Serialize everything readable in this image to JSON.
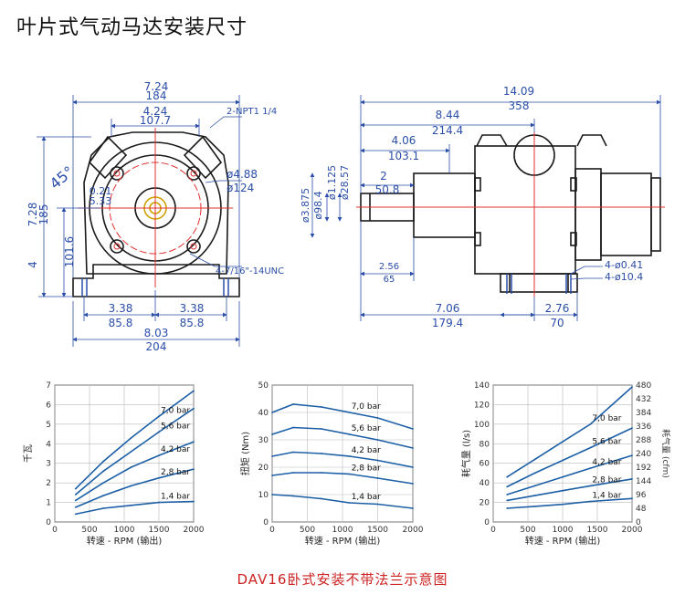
{
  "page_title": "叶片式气动马达安装尺寸",
  "bottom_caption": "DAV16卧式安装不带法兰示意图",
  "front_view": {
    "dim_width_in": "7.24",
    "dim_width_mm": "184",
    "dim_inner_in": "4.24",
    "dim_inner_mm": "107.7",
    "port_label": "2-NPT1 1/4",
    "angle_label": "45°",
    "hole_in": "ø4.88",
    "hole_mm": "ø124",
    "small_in": "0.21",
    "small_mm": "5.33",
    "thread_label": "4-7/16\"-14UNC",
    "height_in": "7.28",
    "height_mm": "185",
    "center_in": "4",
    "center_mm": "101.6",
    "half_left_in": "3.38",
    "half_left_mm": "85.8",
    "half_right_in": "3.38",
    "half_right_mm": "85.8",
    "base_in": "8.03",
    "base_mm": "204"
  },
  "side_view": {
    "total_in": "14.09",
    "total_mm": "358",
    "mid_in": "8.44",
    "mid_mm": "214.4",
    "shaft_in": "4.06",
    "shaft_mm": "103.1",
    "key_in": "2",
    "key_mm": "50.8",
    "d1_label": "ø3.875",
    "d1_mm": "ø98.4",
    "d2_label": "ø1.125",
    "d2_mm": "ø28.57",
    "foot_in": "2.56",
    "foot_mm": "65",
    "hole4_in": "4-ø0.41",
    "hole4_mm": "4-ø10.4",
    "len_in": "7.06",
    "len_mm": "179.4",
    "end_in": "2.76",
    "end_mm": "70"
  },
  "colors": {
    "line": "#1a1a1a",
    "dim": "#2b4ea8",
    "red": "#e03030",
    "curve": "#1c5fa6",
    "caption": "#cc2222"
  },
  "chart_data": [
    {
      "type": "line",
      "title": "",
      "ylabel": "千瓦",
      "xlabel": "转速 - RPM (输出)",
      "x_ticks": [
        0,
        500,
        1000,
        1500,
        2000
      ],
      "y_ticks": [
        0,
        1,
        2,
        3,
        4,
        5,
        6,
        7
      ],
      "xlim": [
        0,
        2000
      ],
      "ylim": [
        0,
        7
      ],
      "grid": true,
      "series": [
        {
          "name": "7,0 bar",
          "x": [
            300,
            700,
            1100,
            1500,
            2000
          ],
          "y": [
            1.7,
            3.1,
            4.3,
            5.4,
            6.7
          ]
        },
        {
          "name": "5,6 bar",
          "x": [
            300,
            700,
            1100,
            1500,
            2000
          ],
          "y": [
            1.4,
            2.6,
            3.6,
            4.6,
            5.8
          ]
        },
        {
          "name": "4,2 bar",
          "x": [
            300,
            700,
            1100,
            1500,
            2000
          ],
          "y": [
            1.1,
            2.0,
            2.8,
            3.4,
            4.1
          ]
        },
        {
          "name": "2,8 bar",
          "x": [
            300,
            700,
            1100,
            1500,
            2000
          ],
          "y": [
            0.75,
            1.35,
            1.85,
            2.25,
            2.7
          ]
        },
        {
          "name": "1,4 bar",
          "x": [
            300,
            700,
            1100,
            1500,
            2000
          ],
          "y": [
            0.4,
            0.7,
            0.85,
            1.0,
            1.05
          ]
        }
      ]
    },
    {
      "type": "line",
      "title": "",
      "ylabel": "扭矩 (Nm)",
      "xlabel": "转速 - RPM (输出)",
      "x_ticks": [
        0,
        500,
        1000,
        1500,
        2000
      ],
      "y_ticks": [
        0,
        10,
        20,
        30,
        40,
        50
      ],
      "xlim": [
        0,
        2000
      ],
      "ylim": [
        0,
        50
      ],
      "grid": true,
      "series": [
        {
          "name": "7,0 bar",
          "x": [
            0,
            300,
            700,
            1100,
            1500,
            2000
          ],
          "y": [
            40,
            43,
            42,
            40,
            38,
            34
          ]
        },
        {
          "name": "5,6 bar",
          "x": [
            0,
            300,
            700,
            1100,
            1500,
            2000
          ],
          "y": [
            32,
            34.5,
            34,
            32,
            30,
            27
          ]
        },
        {
          "name": "4,2 bar",
          "x": [
            0,
            300,
            700,
            1100,
            1500,
            2000
          ],
          "y": [
            24,
            25.5,
            25,
            24,
            22.5,
            20
          ]
        },
        {
          "name": "2,8 bar",
          "x": [
            0,
            300,
            700,
            1100,
            1500,
            2000
          ],
          "y": [
            17,
            18,
            18,
            17.5,
            16,
            14
          ]
        },
        {
          "name": "1,4 bar",
          "x": [
            0,
            300,
            700,
            1100,
            1500,
            2000
          ],
          "y": [
            10,
            9.5,
            8.5,
            7,
            6.5,
            5
          ]
        }
      ]
    },
    {
      "type": "line",
      "title": "",
      "ylabel": "耗气量 (l/s)",
      "ylabel_right": "耗气量 (cfm)",
      "xlabel": "转速 - RPM (输出)",
      "x_ticks": [
        0,
        500,
        1000,
        1500,
        2000
      ],
      "y_ticks": [
        0,
        20,
        40,
        60,
        80,
        100,
        120,
        140
      ],
      "y_ticks_right": [
        0,
        48,
        96,
        144,
        192,
        240,
        288,
        336,
        384,
        432,
        480
      ],
      "xlim": [
        0,
        2000
      ],
      "ylim": [
        0,
        140
      ],
      "grid": true,
      "series": [
        {
          "name": "7,0 bar",
          "x": [
            200,
            600,
            1000,
            1400,
            2000
          ],
          "y": [
            46,
            64,
            82,
            100,
            138
          ]
        },
        {
          "name": "5,6 bar",
          "x": [
            200,
            600,
            1000,
            1400,
            2000
          ],
          "y": [
            36,
            50,
            63,
            76,
            96
          ]
        },
        {
          "name": "4,2 bar",
          "x": [
            200,
            600,
            1000,
            1400,
            2000
          ],
          "y": [
            28,
            37,
            46,
            55,
            68
          ]
        },
        {
          "name": "2,8 bar",
          "x": [
            200,
            600,
            1000,
            1400,
            2000
          ],
          "y": [
            22,
            27,
            32,
            37,
            44
          ]
        },
        {
          "name": "1,4 bar",
          "x": [
            200,
            600,
            1000,
            1400,
            2000
          ],
          "y": [
            14,
            16,
            18,
            21,
            24
          ]
        }
      ]
    }
  ]
}
